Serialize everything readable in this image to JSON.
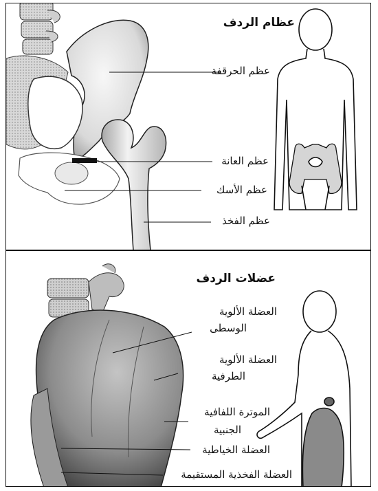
{
  "top_section": {
    "title": "عظام الردف",
    "labels": {
      "ilium": "عظم الحرقفة",
      "pubis": "عظم العانة",
      "ischium": "عظم الأسك",
      "femur": "عظم الفخذ"
    }
  },
  "bottom_section": {
    "title": "عضلات الردف",
    "labels": {
      "gluteus_medius_1": "العضلة الألوية",
      "gluteus_medius_2": "الوسطى",
      "gluteus_maximus_1": "العضلة الألوية",
      "gluteus_maximus_2": "الطرفية",
      "fascia_lata_1": "الموترة اللفافية",
      "fascia_lata_2": "الجنبية",
      "sartorius": "العضلة الخياطية",
      "rectus_femoris": "العضلة الفخذية المستقيمة"
    }
  },
  "colors": {
    "ink": "#111111",
    "bone_shade": "#cfcfcf",
    "muscle_shade": "#8a8a8a"
  }
}
